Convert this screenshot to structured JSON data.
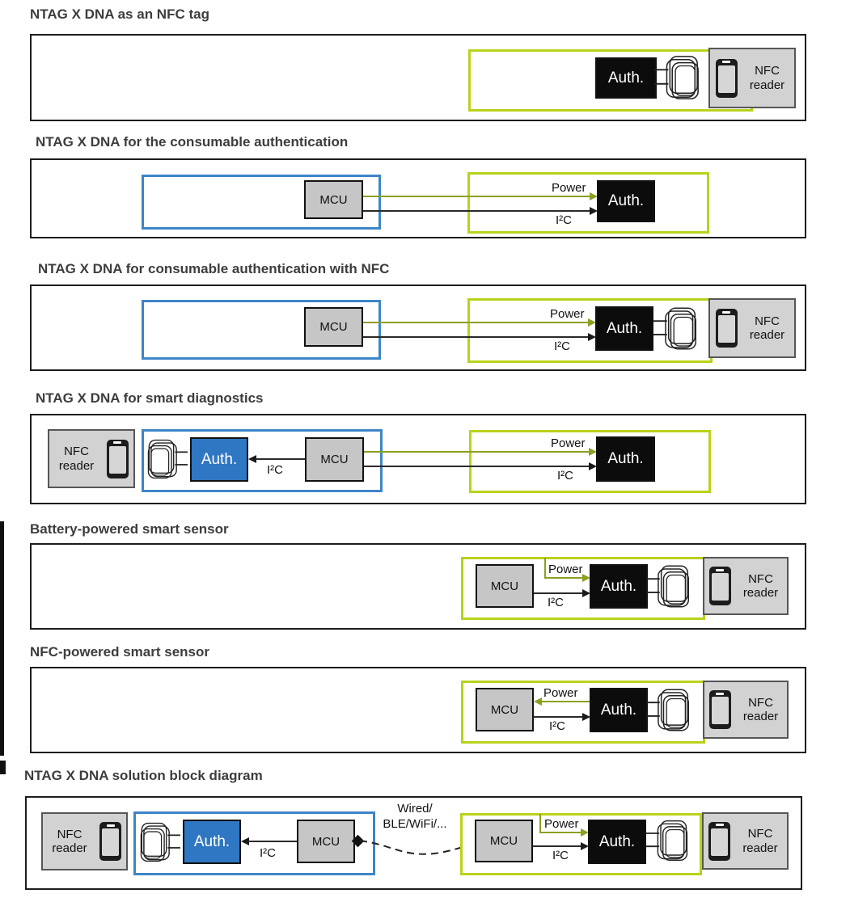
{
  "labels": {
    "power": "Power",
    "i2c": "I²C",
    "auth": "Auth.",
    "mcu": "MCU",
    "nfc_reader": "NFC reader",
    "wired_line1": "Wired/",
    "wired_line2": "BLE/WiFi/..."
  },
  "sections": [
    {
      "id": "nfc-tag",
      "title": "NTAG X DNA as an NFC tag"
    },
    {
      "id": "consumable-auth",
      "title": "NTAG X DNA for the consumable authentication"
    },
    {
      "id": "consumable-auth-nfc",
      "title": "NTAG X DNA for consumable authentication with NFC"
    },
    {
      "id": "smart-diagnostics",
      "title": "NTAG X DNA for smart diagnostics"
    },
    {
      "id": "battery-powered",
      "title": "Battery-powered smart sensor"
    },
    {
      "id": "nfc-powered",
      "title": "NFC-powered smart sensor"
    },
    {
      "id": "solution-block",
      "title": "NTAG X DNA solution block diagram"
    }
  ],
  "colors": {
    "green_boundary": "#b9d21a",
    "power_line": "#8e9e20",
    "blue_boundary": "#3d85c8",
    "auth_blue_fill": "#2f77c2",
    "auth_black_fill": "#0c0c0c",
    "mcu_gray_fill": "#c6c6c6",
    "reader_gray_fill": "#d2d2d2",
    "title_text": "#3d3d3d"
  }
}
